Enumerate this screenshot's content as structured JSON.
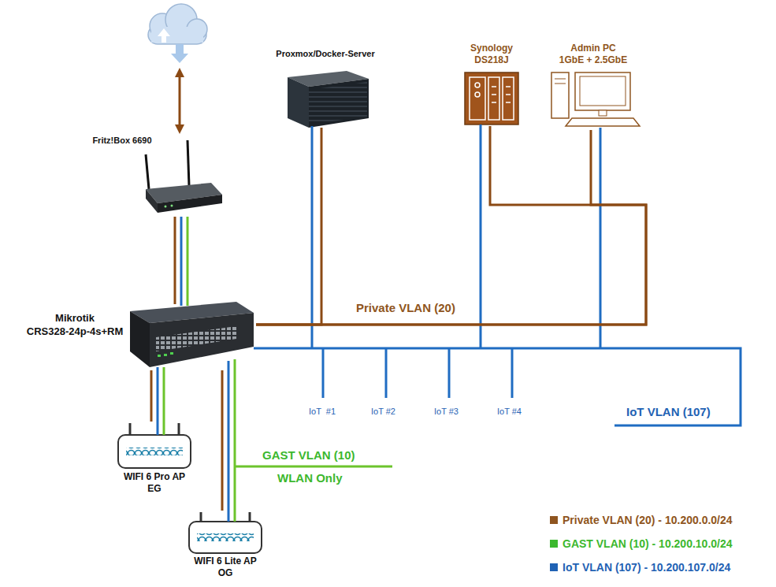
{
  "diagram": {
    "nodes": [
      {
        "text": [
          "Fritz!Box 6690"
        ]
      },
      {
        "text": [
          "Mikrotik",
          "CRS328-24p-4s+RM"
        ]
      },
      {
        "text": [
          "Proxmox/Docker-Server"
        ]
      },
      {
        "text": [
          "Synology",
          "DS218J"
        ]
      },
      {
        "text": [
          "Admin PC",
          "1GbE + 2.5GbE"
        ]
      },
      {
        "text": [
          "WIFI 6 Pro AP",
          "EG"
        ]
      },
      {
        "text": [
          "WIFI 6 Lite AP",
          "OG"
        ]
      }
    ],
    "edges": [
      {
        "from": 0,
        "to": 1,
        "arrow": "none"
      },
      {
        "from": 1,
        "to": 2,
        "arrow": "none"
      },
      {
        "from": 1,
        "to": 3,
        "arrow": "none"
      },
      {
        "from": 1,
        "to": 4,
        "arrow": "none"
      },
      {
        "from": 1,
        "to": 5,
        "arrow": "none"
      },
      {
        "from": 1,
        "to": 6,
        "arrow": "none"
      }
    ],
    "labels": [
      "Private VLAN (20)",
      "IoT  #1",
      "IoT #2",
      "IoT #3",
      "IoT #4",
      "IoT VLAN (107)",
      "GAST VLAN (10)",
      "WLAN Only"
    ],
    "legend": [
      {
        "text": "Private VLAN (20) - 10.200.0.0/24",
        "color": "#8f5520"
      },
      {
        "text": "GAST VLAN (10) - 10.200.10.0/24",
        "color": "#3cb82e"
      },
      {
        "text": "IoT VLAN (107) - 10.200.107.0/24",
        "color": "#1f62b4"
      }
    ]
  }
}
